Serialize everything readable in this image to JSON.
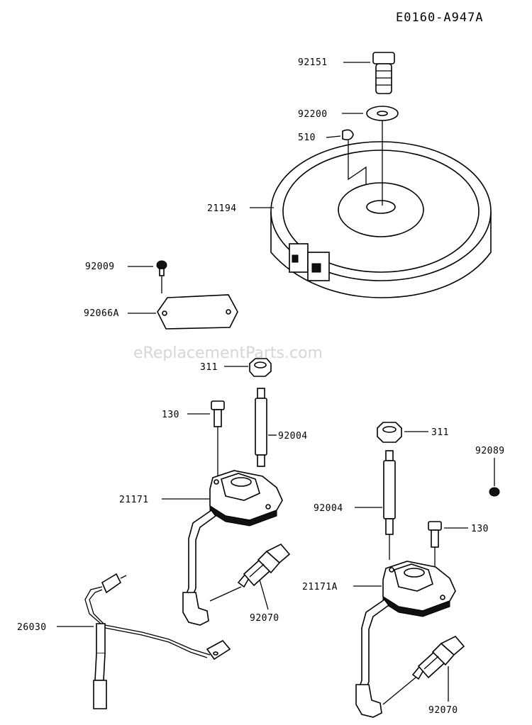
{
  "diagram_code": "E0160-A947A",
  "watermark": "eReplacementParts.com",
  "labels": {
    "bolt_top": "92151",
    "washer": "92200",
    "key": "510",
    "flywheel": "21194",
    "screw_plate": "92009",
    "plate": "92066A",
    "nut_left": "311",
    "bolt_left": "130",
    "stud_left": "92004",
    "coil_left": "21171",
    "nut_right": "311",
    "clip": "92089",
    "stud_right": "92004",
    "bolt_right": "130",
    "coil_right": "21171A",
    "harness": "26030",
    "plug_left": "92070",
    "plug_right": "92070"
  }
}
